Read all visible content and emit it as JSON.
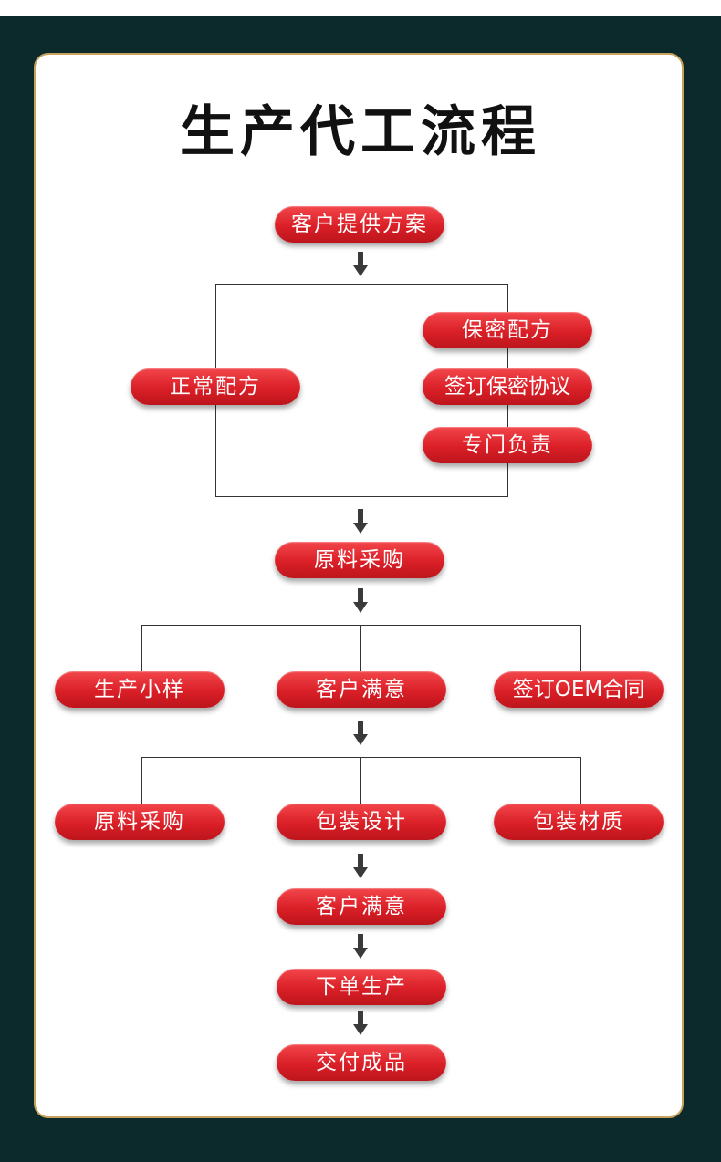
{
  "title": "生产代工流程",
  "nodes": {
    "client_plan": "客户提供方案",
    "normal_formula": "正常配方",
    "secret_formula": "保密配方",
    "sign_nda": "签订保密协议",
    "dedicated": "专门负责",
    "raw_purchase_1": "原料采购",
    "sample": "生产小样",
    "satisfied_1": "客户满意",
    "sign_oem": "签订OEM合同",
    "raw_purchase_2": "原料采购",
    "pack_design": "包装设计",
    "pack_material": "包装材质",
    "satisfied_2": "客户满意",
    "order_production": "下单生产",
    "deliver": "交付成品"
  },
  "colors": {
    "background": "#0c2a2b",
    "card_border": "#c6a25a",
    "pill_red": "#da1f27",
    "arrow": "#3a3a3a"
  }
}
